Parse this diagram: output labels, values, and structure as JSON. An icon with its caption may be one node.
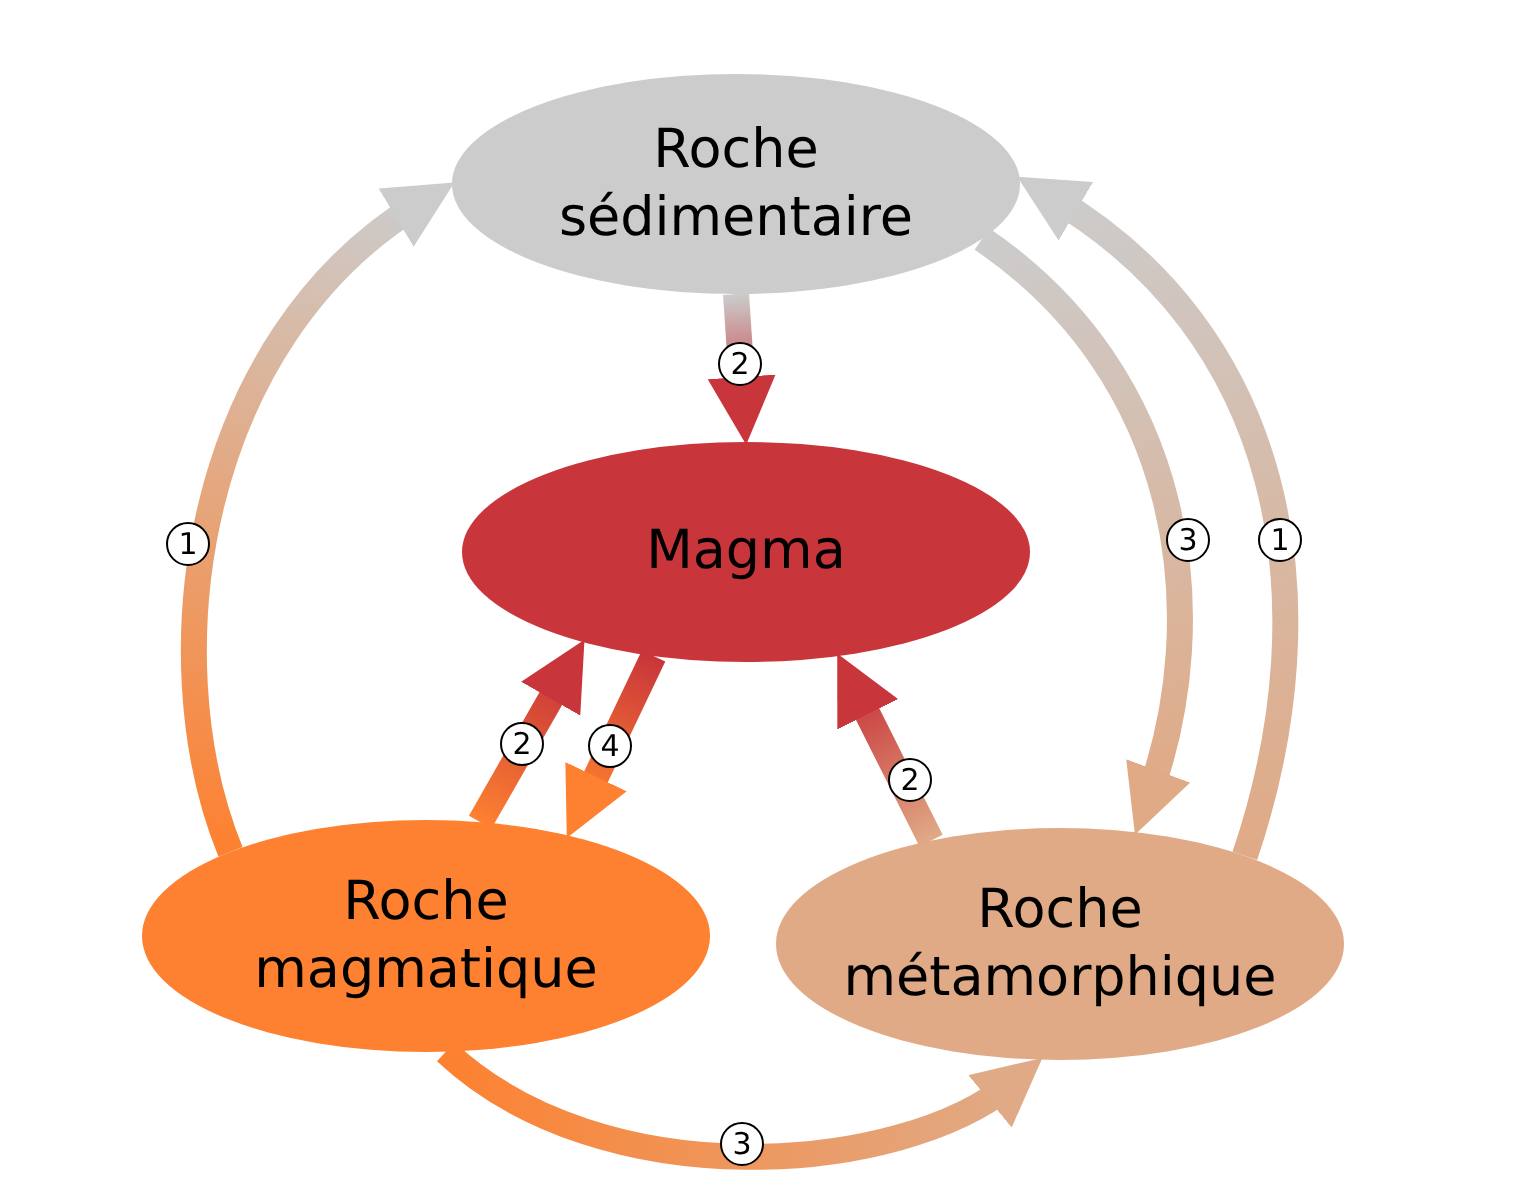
{
  "diagram": {
    "nodes": [
      {
        "text": [
          "Roche sédimentaire"
        ]
      },
      {
        "text": [
          "Magma"
        ]
      },
      {
        "text": [
          "Roche magmatique"
        ]
      },
      {
        "text": [
          "Roche métamorphique"
        ]
      }
    ],
    "edges": [
      {
        "from": 2,
        "to": 0,
        "arrow": "to",
        "label": "1"
      },
      {
        "from": 0,
        "to": 1,
        "arrow": "to",
        "label": "2"
      },
      {
        "from": 0,
        "to": 3,
        "arrow": "to",
        "label": "3"
      },
      {
        "from": 3,
        "to": 0,
        "arrow": "to",
        "label": "1"
      },
      {
        "from": 2,
        "to": 1,
        "arrow": "to",
        "label": "2"
      },
      {
        "from": 1,
        "to": 2,
        "arrow": "to",
        "label": "4"
      },
      {
        "from": 3,
        "to": 1,
        "arrow": "to",
        "label": "2"
      },
      {
        "from": 2,
        "to": 3,
        "arrow": "to",
        "label": "3"
      }
    ]
  }
}
